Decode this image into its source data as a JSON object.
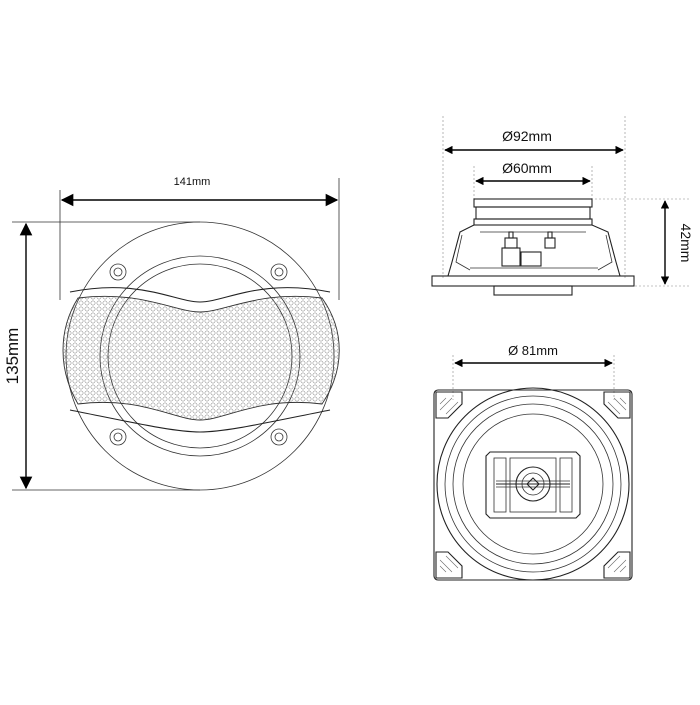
{
  "dimensions": {
    "front_width": "141mm",
    "front_height": "135mm",
    "outer_diameter": "Ø92mm",
    "magnet_diameter": "Ø60mm",
    "depth": "42mm",
    "cutout_diameter": "Ø 81mm"
  }
}
